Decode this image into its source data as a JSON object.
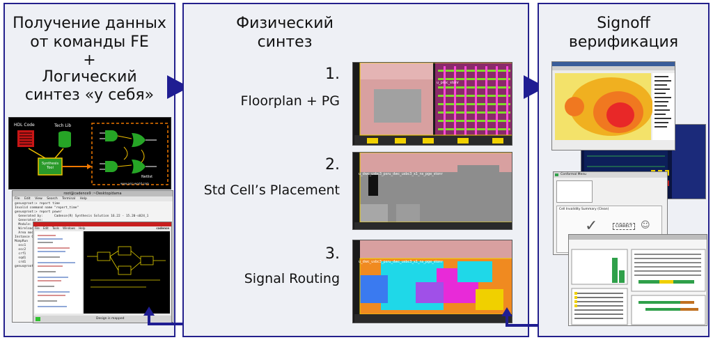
{
  "panels": {
    "left": {
      "title_line1": "Получение данных",
      "title_line2": "от команды FE",
      "title_plus": "+",
      "title_line3": "Логический",
      "title_line4": "синтез «у себя»"
    },
    "middle": {
      "title_line1": "Физический",
      "title_line2": "синтез"
    },
    "right": {
      "title_line1": "Signoff",
      "title_line2": "верификация"
    }
  },
  "steps": [
    {
      "number": "1.",
      "label": "Floorplan + PG"
    },
    {
      "number": "2.",
      "label": "Std Cell’s Placement"
    },
    {
      "number": "3.",
      "label": "Signal Routing"
    }
  ],
  "synthesis_diagram": {
    "hdl_code": "HDL Code",
    "tech_lib": "Tech Lib",
    "synthesis_tool": "Synthesis Tool",
    "netlist": "Netlist",
    "watermark": "www.asic-world.com"
  },
  "terminal": {
    "title": "root@cadence9 :~Desktop/dama",
    "menu": [
      "File",
      "Edit",
      "View",
      "Search",
      "Terminal",
      "Help"
    ],
    "lines": [
      "genus@root:> report time",
      "Invalid command name \"report_time\"",
      "genus@root:> report power",
      "",
      "  Generated by:      Cadence(R) Synthesis Solution 16.22 - 15.20-s024_1",
      "  Generated on:",
      "  Module:",
      "  Wireload mode:",
      "  Area mode:",
      "",
      "Instance Cell",
      "",
      "McmpRun",
      "  osc1",
      "  osc2",
      "  crf1",
      "  sqd1",
      "  crd1",
      "",
      "genus@root:>"
    ]
  },
  "layout_tool": {
    "menu": [
      "File",
      "Edit",
      "Tools",
      "Windows",
      "Help"
    ],
    "brand": "cadence",
    "status": "Design is mapped"
  },
  "conformal": {
    "title": "Conformal Menu",
    "popup_title": "Cell Invalidity Summary (Clean)",
    "badge": "CORRECT"
  },
  "layout_labels": {
    "step1": "u_proc_stonr",
    "step2": "u_dwc_usbc3_psru_dwc_usbc3_x1_ns_pge_stonr",
    "step3": "u_dwc_usbc3_psru_dwc_usbc3_x1_ns_pge_stonr"
  },
  "colors": {
    "panel_border": "#23208c",
    "arrow": "#1f1d92",
    "panel_bg": "#eef0f5"
  }
}
